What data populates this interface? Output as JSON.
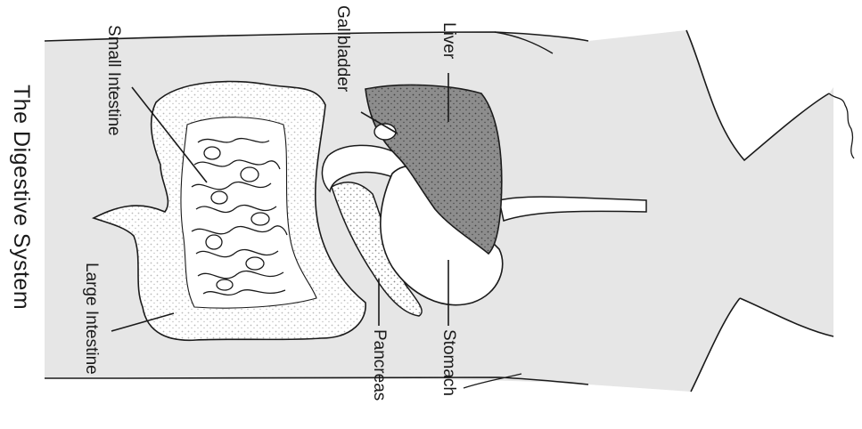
{
  "diagram": {
    "title": "The Digestive System",
    "labels": {
      "small_intestine": "Small Intestine",
      "gallbladder": "Gallbladder",
      "liver": "Liver",
      "large_intestine": "Large Intestine",
      "pancreas": "Pancreas",
      "stomach": "Stomach"
    },
    "colors": {
      "background": "#ffffff",
      "body_fill": "#e6e6e6",
      "organ_fill": "#ffffff",
      "liver_fill": "#8d8d8d",
      "outline": "#1a1a1a"
    }
  }
}
